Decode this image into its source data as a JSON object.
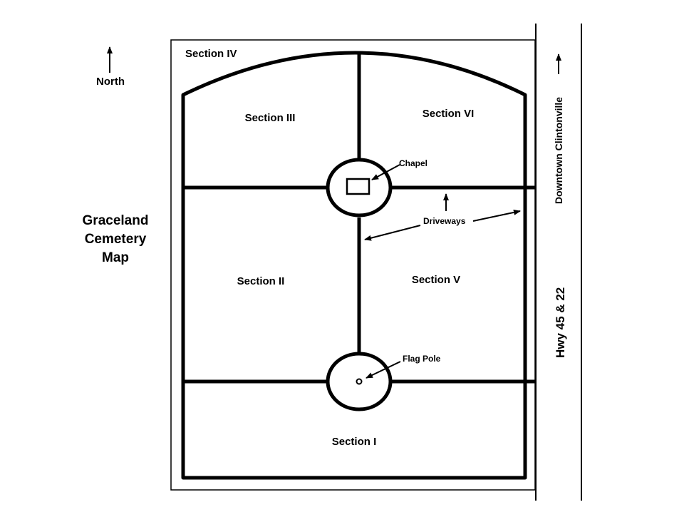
{
  "map": {
    "title_lines": [
      "Graceland",
      "Cemetery",
      "Map"
    ],
    "north_label": "North",
    "sections": {
      "s1": "Section I",
      "s2": "Section II",
      "s3": "Section III",
      "s4": "Section IV",
      "s5": "Section V",
      "s6": "Section VI"
    },
    "landmarks": {
      "chapel": "Chapel",
      "flag_pole": "Flag Pole",
      "driveways": "Driveways"
    },
    "roads": {
      "downtown": "Downtown Clintonville",
      "highway": "Hwy 45 & 22"
    },
    "line_color": "#000000",
    "background_color": "#ffffff"
  }
}
